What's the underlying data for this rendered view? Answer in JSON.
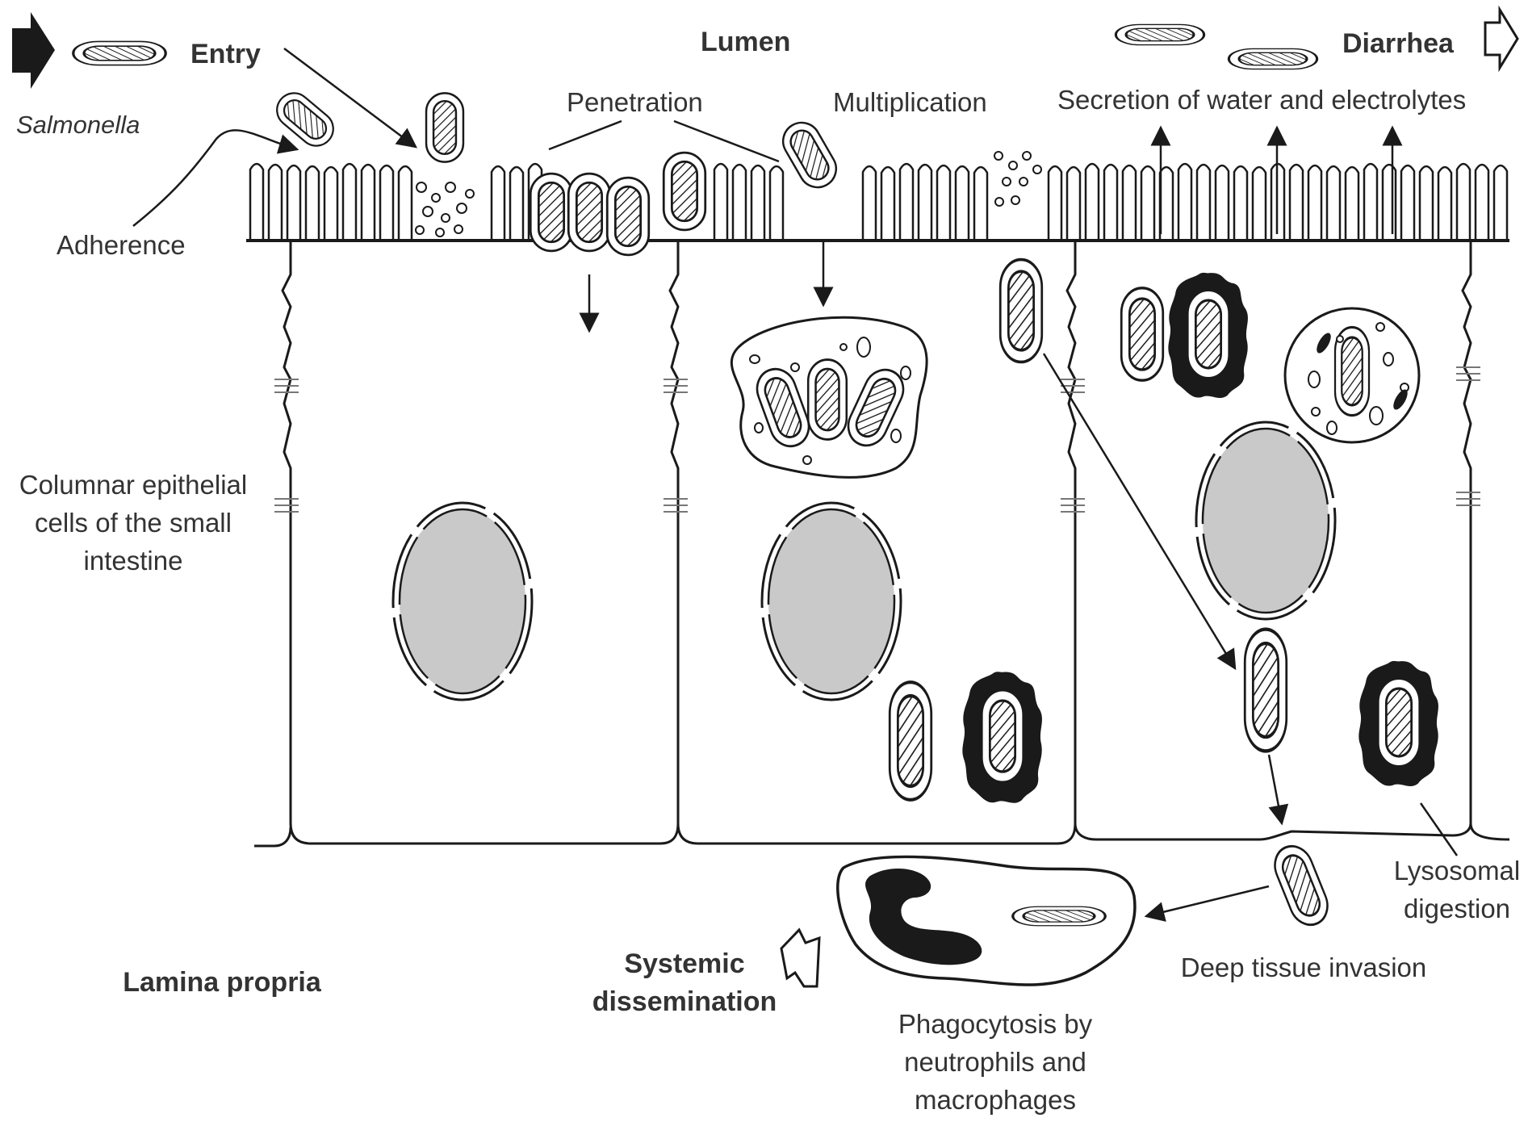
{
  "labels": {
    "salmonella": "Salmonella",
    "entry": "Entry",
    "lumen": "Lumen",
    "diarrhea": "Diarrhea",
    "penetration": "Penetration",
    "multiplication": "Multiplication",
    "secretion": "Secretion of water and electrolytes",
    "adherence": "Adherence",
    "columnar_1": "Columnar epithelial",
    "columnar_2": "cells of the small",
    "columnar_3": "intestine",
    "lamina_propria": "Lamina propria",
    "systemic_1": "Systemic",
    "systemic_2": "dissemination",
    "phago_1": "Phagocytosis by",
    "phago_2": "neutrophils and",
    "phago_3": "macrophages",
    "deep_tissue": "Deep tissue invasion",
    "lysosomal_1": "Lysosomal",
    "lysosomal_2": "digestion"
  },
  "colors": {
    "ink": "#1a1a1a",
    "nucleus": "#c9c9c9",
    "text": "#333333",
    "background": "#ffffff"
  },
  "icons": {
    "entry_arrow": "solid-black-right-arrow",
    "diarrhea_arrow": "hollow-right-arrow",
    "systemic_arrow": "hollow-diagonal-arrow"
  }
}
